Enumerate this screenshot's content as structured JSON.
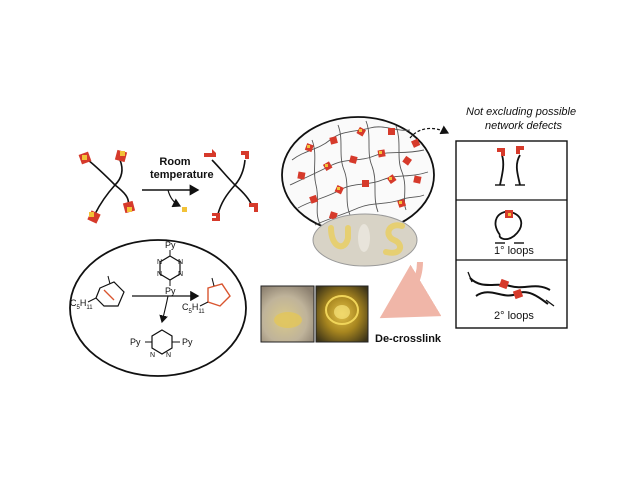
{
  "labels": {
    "room_temperature_line1": "Room",
    "room_temperature_line2": "temperature",
    "defects_note_line1": "Not excluding possible",
    "defects_note_line2": "network defects",
    "primary_loops": "1° loops",
    "secondary_loops": "2° loops",
    "decrosslink": "De-crosslink"
  },
  "chemistry": {
    "pyridyl": "Py",
    "nitrogen": "N",
    "pentyl_main": "C",
    "pentyl_sub": "5",
    "pentyl_h": "H",
    "pentyl_hsub": "11"
  },
  "colors": {
    "crosslinker_red": "#d63a2b",
    "crosslinker_yellow": "#f2c238",
    "product_ring": "#d9552f",
    "arrow_pink": "#f0b6a8",
    "gel_yellow": "#e9cf6a"
  }
}
